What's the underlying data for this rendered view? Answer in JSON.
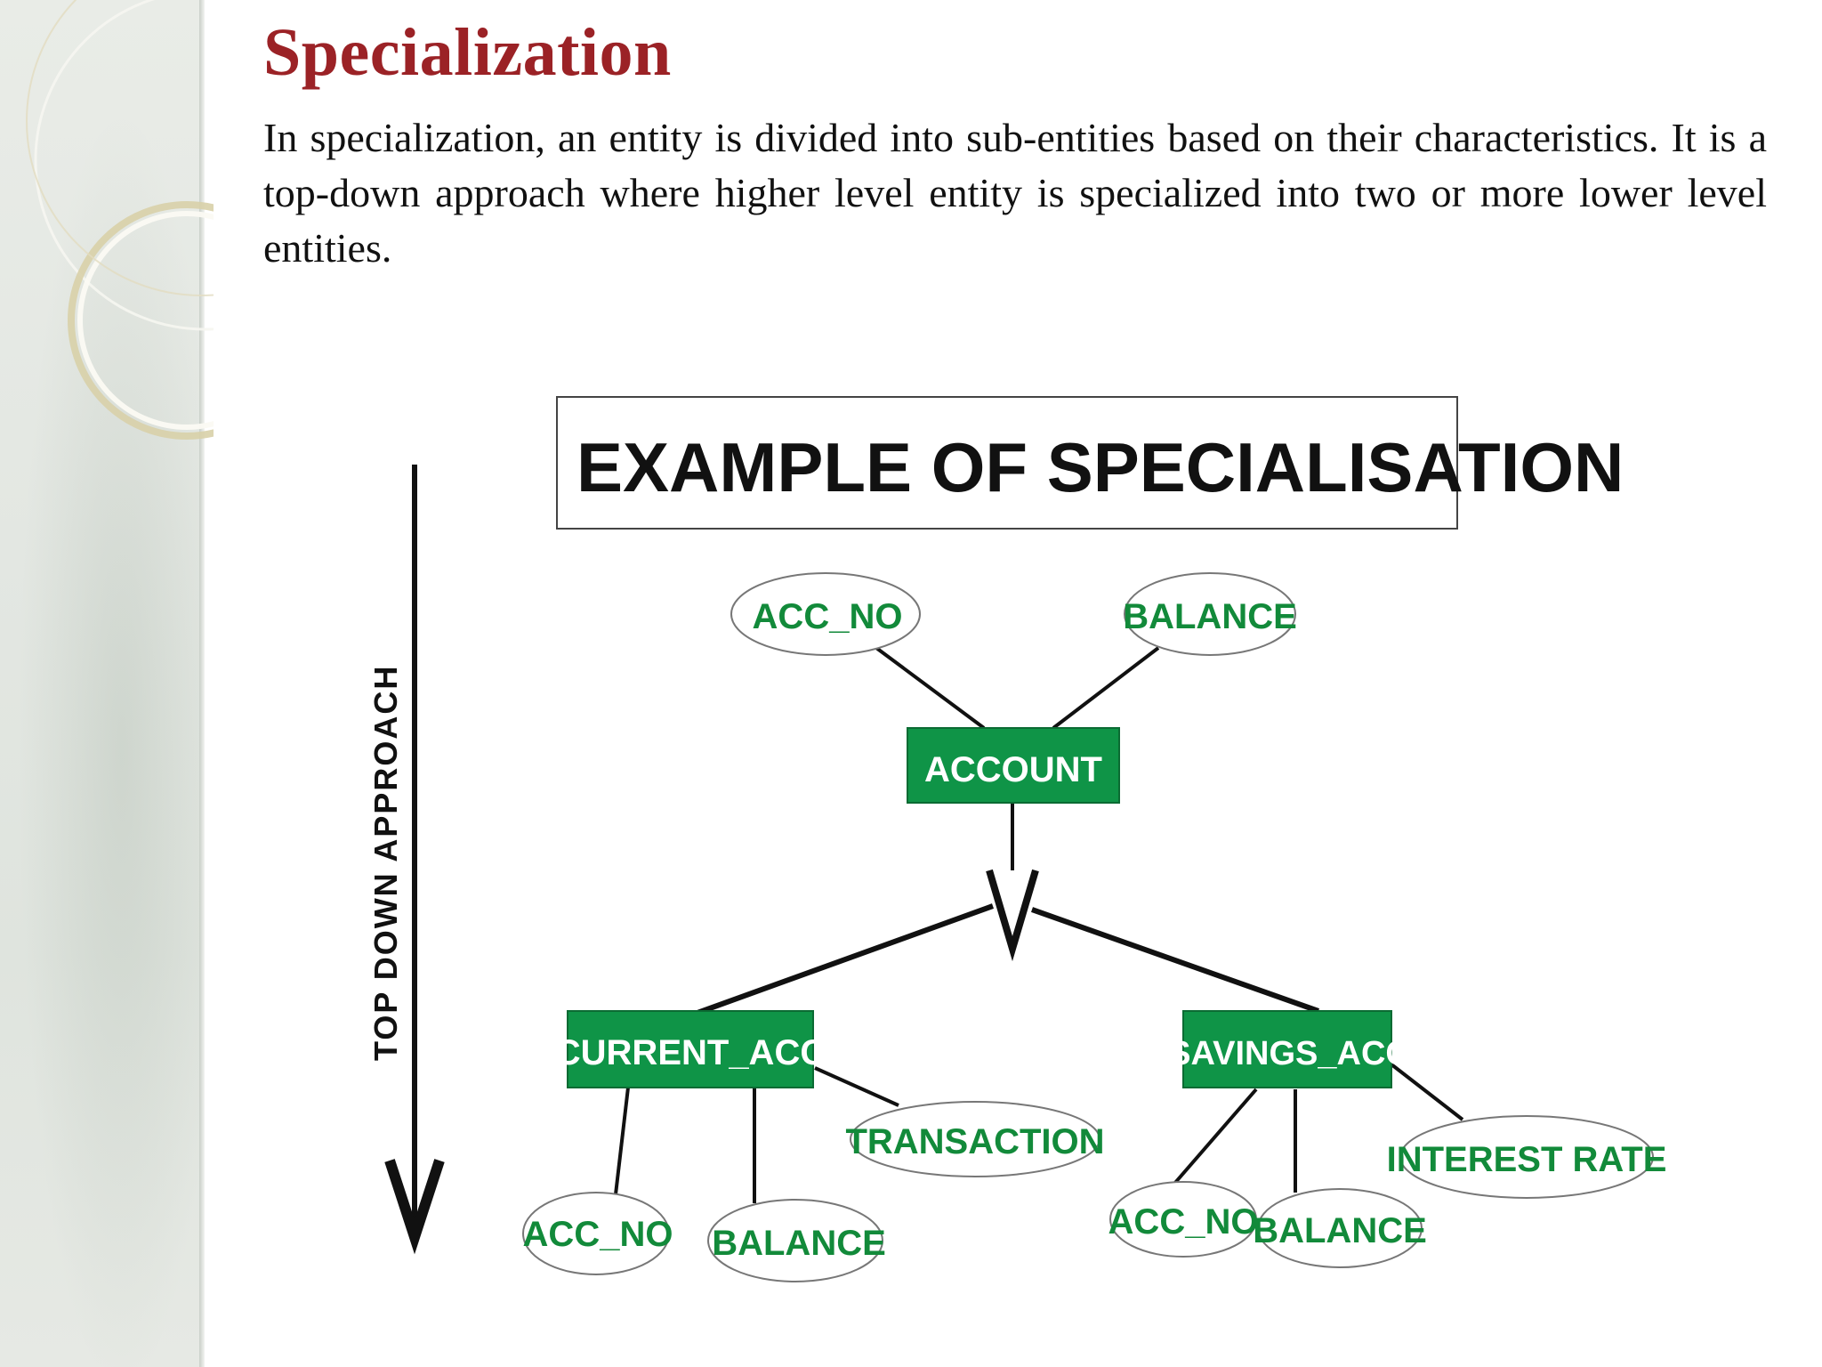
{
  "slide": {
    "title": "Specialization",
    "body": "In specialization, an entity is divided into sub-entities based on their characteristics. It is a top-down approach where higher level entity is specialized into two or more lower level entities."
  },
  "diagram": {
    "banner": "EXAMPLE OF SPECIALISATION",
    "direction_label": "TOP DOWN APPROACH",
    "parent_entity": {
      "name": "ACCOUNT",
      "attributes": [
        "ACC_NO",
        "BALANCE"
      ]
    },
    "child_entities": [
      {
        "name": "CURRENT_ACC",
        "attributes": [
          "ACC_NO",
          "BALANCE",
          "TRANSACTION"
        ]
      },
      {
        "name": "SAVINGS_ACC",
        "attributes": [
          "ACC_NO",
          "BALANCE",
          "INTEREST RATE"
        ]
      }
    ],
    "colors": {
      "entity_fill": "#0f9447",
      "attribute_text": "#128a3a",
      "title": "#9b2226"
    }
  }
}
